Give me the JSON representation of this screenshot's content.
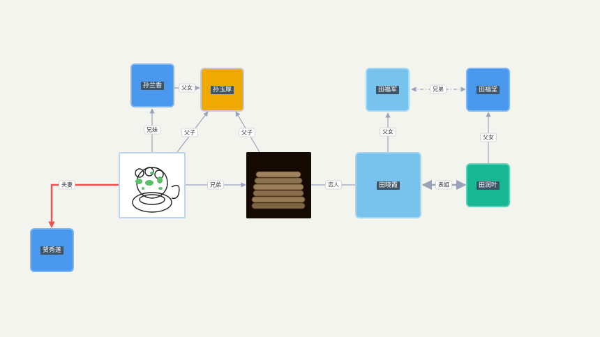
{
  "colors": {
    "canvas_bg": "#f4f4ef",
    "edge": "#9aa2ba",
    "edge_highlight": "#f05050",
    "node_blue": "#4a98ee",
    "node_light_blue": "#77c3ee",
    "node_orange": "#f0a900",
    "node_teal": "#17b794",
    "label_bg": "#3d5468"
  },
  "nodes": {
    "sun_lanxiang": "孙兰香",
    "sun_yuhou": "孙玉厚",
    "he_xiulian": "贺秀莲",
    "tian_fujun": "田福军",
    "tian_futang": "田福堂",
    "tian_xiaoxia": "田晓霞",
    "tian_runye": "田润叶",
    "sun_shaoan_image": "bear-face-drawing",
    "sun_shaoping_image": "stacked-logs-photo"
  },
  "edges": {
    "father_daughter_sun": "父女",
    "siblings_sun": "兄妹",
    "father_son_left": "父子",
    "father_son_right": "父子",
    "spouse": "夫妻",
    "brothers_sun": "兄弟",
    "lovers": "恋人",
    "brothers_tian": "兄弟",
    "father_daughter_fujun": "父女",
    "father_daughter_futang": "父女",
    "cousins": "表姐"
  }
}
